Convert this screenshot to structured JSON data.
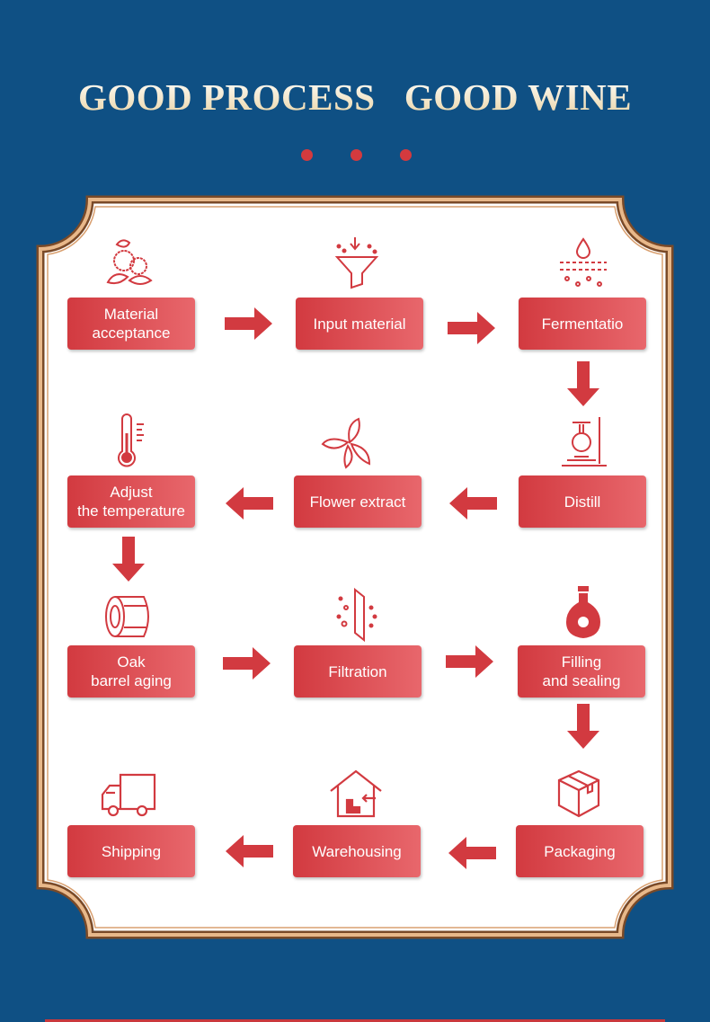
{
  "header": {
    "title": "GOOD PROCESS   GOOD WINE"
  },
  "colors": {
    "background": "#0f5084",
    "accent": "#d23a40",
    "frame": "#c98a5a"
  },
  "steps": [
    {
      "label": "Material\nacceptance",
      "icon": "lychee-icon"
    },
    {
      "label": "Input material",
      "icon": "funnel-icon"
    },
    {
      "label": "Fermentatio",
      "icon": "water-drop-icon"
    },
    {
      "label": "Distill",
      "icon": "distill-flask-icon"
    },
    {
      "label": "Flower extract",
      "icon": "flower-icon"
    },
    {
      "label": "Adjust\nthe temperature",
      "icon": "thermometer-icon"
    },
    {
      "label": "Oak\nbarrel aging",
      "icon": "barrel-icon"
    },
    {
      "label": "Filtration",
      "icon": "filter-icon"
    },
    {
      "label": "Filling\nand sealing",
      "icon": "bottle-icon"
    },
    {
      "label": "Packaging",
      "icon": "box-icon"
    },
    {
      "label": "Warehousing",
      "icon": "warehouse-icon"
    },
    {
      "label": "Shipping",
      "icon": "truck-icon"
    }
  ]
}
